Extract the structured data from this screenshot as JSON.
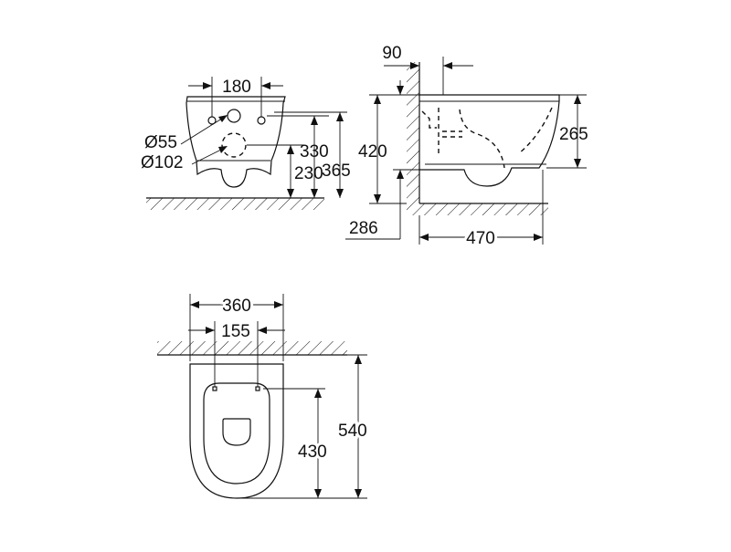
{
  "dimensions": {
    "side": {
      "d180": "180",
      "d55": "Ø55",
      "d102": "Ø102",
      "d330": "330",
      "d230": "230",
      "d365": "365"
    },
    "profile": {
      "d90": "90",
      "d420": "420",
      "d265": "265",
      "d286": "286",
      "d470": "470"
    },
    "top": {
      "d360": "360",
      "d155": "155",
      "d540": "540",
      "d430": "430"
    }
  }
}
